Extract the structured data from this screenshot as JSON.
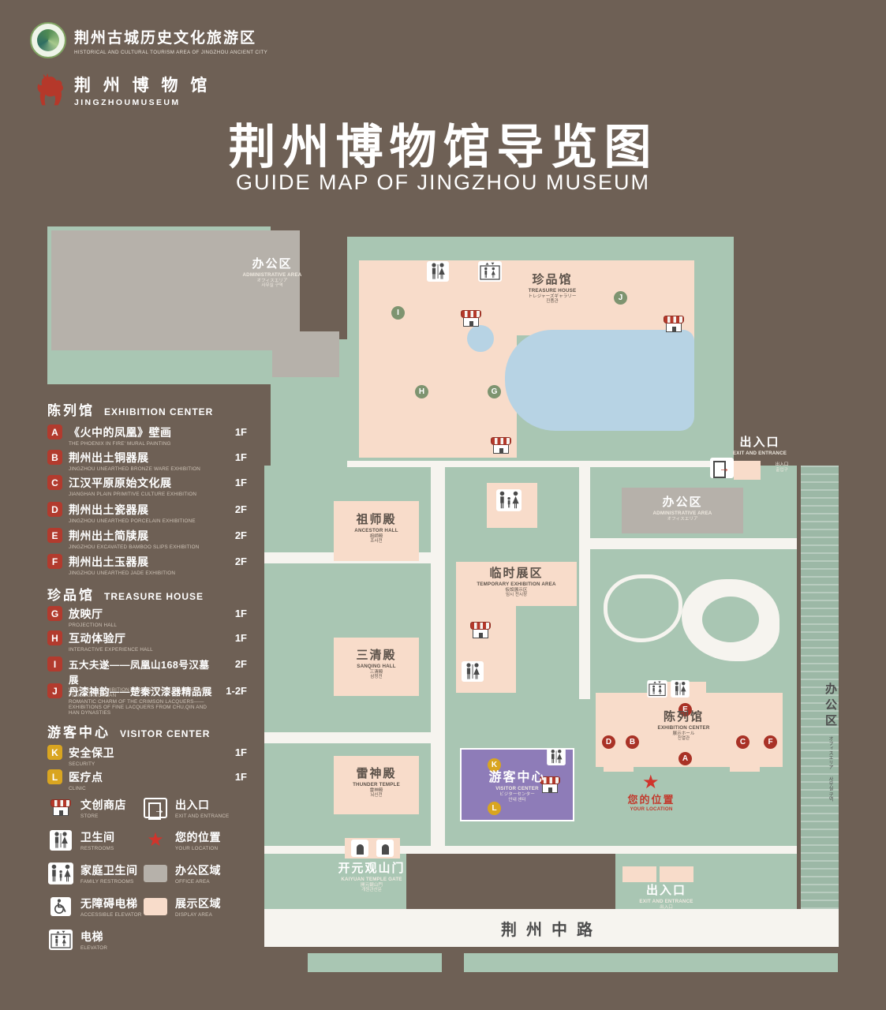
{
  "header": {
    "logo1_cn": "荆州古城历史文化旅游区",
    "logo1_en": "HISTORICAL AND CULTURAL TOURISM AREA OF JINGZHOU ANCIENT CITY",
    "logo2_cn": "荆 州 博 物 馆",
    "logo2_en": "JINGZHOUMUSEUM",
    "title": "荆州博物馆导览图",
    "subtitle": "GUIDE MAP OF JINGZHOU MUSEUM"
  },
  "legend": {
    "sections": [
      {
        "title_cn": "陈列馆",
        "title_en": "EXHIBITION CENTER",
        "items": [
          {
            "letter": "A",
            "cn": "《火中的凤凰》壁画",
            "en": "THE PHOENIX IN FIRE' MURAL PAINTING",
            "floor": "1F"
          },
          {
            "letter": "B",
            "cn": "荆州出土铜器展",
            "en": "JINGZHOU UNEARTHED BRONZE WARE EXHIBITION",
            "floor": "1F"
          },
          {
            "letter": "C",
            "cn": "江汉平原原始文化展",
            "en": "JIANGHAN PLAIN PRIMITIVE CULTURE EXHIBITION",
            "floor": "1F"
          },
          {
            "letter": "D",
            "cn": "荆州出土瓷器展",
            "en": "JINGZHOU UNEARTHED PORCELAIN EXHIBITIONE",
            "floor": "2F"
          },
          {
            "letter": "E",
            "cn": "荆州出土简牍展",
            "en": "JINGZHOU EXCAVATED BAMBOO SLIPS EXHIBITION",
            "floor": "2F"
          },
          {
            "letter": "F",
            "cn": "荆州出土玉器展",
            "en": "JINGZHOU UNEARTHED JADE EXHIBITION",
            "floor": "2F"
          }
        ]
      },
      {
        "title_cn": "珍品馆",
        "title_en": "TREASURE HOUSE",
        "items": [
          {
            "letter": "G",
            "cn": "放映厅",
            "en": "PROJECTION HALL",
            "floor": "1F"
          },
          {
            "letter": "H",
            "cn": "互动体验厅",
            "en": "INTERACTIVE EXPERIENCE HALL",
            "floor": "1F"
          },
          {
            "letter": "I",
            "cn": "五大夫遂——凤凰山168号汉墓展",
            "en": "WUDAFU — EXHIBITION OF NO.168 HAN TOMB FROM FENGHUANGSHAN",
            "floor": "2F"
          },
          {
            "letter": "J",
            "cn": "丹漆神韵——楚秦汉漆器精品展",
            "en": "ROMANTIC CHARM OF THE CRIMSON LACQUERS——EXHIBITIONS OF FINE LACQUERS FROM CHU,QIN AND HAN DYNASTIES",
            "floor": "1-2F"
          }
        ]
      },
      {
        "title_cn": "游客中心",
        "title_en": "VISITOR CENTER",
        "items": [
          {
            "letter": "K",
            "cn": "安全保卫",
            "en": "SECURITY",
            "floor": "1F"
          },
          {
            "letter": "L",
            "cn": "医疗点",
            "en": "CLINIC",
            "floor": "1F"
          }
        ]
      }
    ],
    "icon_items": [
      {
        "icon": "store-icon",
        "cn": "文创商店",
        "en": "STORE"
      },
      {
        "icon": "exit-icon",
        "cn": "出入口",
        "en": "EXIT AND ENTRANCE"
      },
      {
        "icon": "restroom-icon",
        "cn": "卫生间",
        "en": "RESTROOMS"
      },
      {
        "icon": "location-icon",
        "cn": "您的位置",
        "en": "YOUR LOCATION"
      },
      {
        "icon": "family-restroom-icon",
        "cn": "家庭卫生间",
        "en": "FAMILY RESTROOMS"
      },
      {
        "icon": "office-swatch",
        "cn": "办公区域",
        "en": "OFFICE AREA"
      },
      {
        "icon": "accessible-elevator-icon",
        "cn": "无障碍电梯",
        "en": "ACCESSIBLE ELEVATOR"
      },
      {
        "icon": "display-swatch",
        "cn": "展示区域",
        "en": "DISPLAY AREA"
      },
      {
        "icon": "elevator-icon",
        "cn": "电梯",
        "en": "ELEVATOR"
      }
    ]
  },
  "map": {
    "admin_tl": {
      "cn": "办公区",
      "en": "ADMINISTRATIVE AREA",
      "jp": "オフィスエリア",
      "kr": "사무실 구역"
    },
    "treasure": {
      "cn": "珍品馆",
      "en": "TREASURE HOUSE",
      "jp": "トレジャーズギャラリー",
      "kr": "진품관"
    },
    "exit_right": {
      "cn": "出入口",
      "en": "EXIT AND ENTRANCE",
      "jp": "出入口",
      "kr": "출입구"
    },
    "admin_mid": {
      "cn": "办公区",
      "en": "ADMINISTRATIVE AREA",
      "jp": "オフィスエリア",
      "kr": "사무실 구역"
    },
    "ancestor": {
      "cn": "祖师殿",
      "en": "ANCESTOR HALL",
      "jp": "祖師殿",
      "kr": "조사전"
    },
    "temp": {
      "cn": "临时展区",
      "en": "TEMPORARY EXHIBITION AREA",
      "jp": "仮設展示区",
      "kr": "임시 전시장"
    },
    "sanqing": {
      "cn": "三清殿",
      "en": "SANQING HALL",
      "jp": "三清殿",
      "kr": "삼청전"
    },
    "thunder": {
      "cn": "雷神殿",
      "en": "THUNDER TEMPLE",
      "jp": "雷神殿",
      "kr": "뇌신전"
    },
    "visitor": {
      "cn": "游客中心",
      "en": "VISITOR CENTER",
      "jp": "ビジターセンター",
      "kr": "안내 센터"
    },
    "exhibition": {
      "cn": "陈列馆",
      "en": "EXHIBITION CENTER",
      "jp": "展示ホール",
      "kr": "진열관"
    },
    "location": {
      "cn": "您的位置",
      "en": "YOUR LOCATION",
      "star": "★"
    },
    "gate": {
      "cn": "开元观山门",
      "en": "KAIYUAN TEMPLE GATE",
      "jp": "開元観山門",
      "kr": "개원관산문"
    },
    "exit_bottom": {
      "cn": "出入口",
      "en": "EXIT AND ENTRANCE",
      "jp": "出入口",
      "kr": "출입구"
    },
    "admin_right": {
      "cn": "办公区",
      "jp": "オフィスエリア",
      "kr": "사무실 구역"
    },
    "road": "荆州中路",
    "markers": {
      "a": "A",
      "b": "B",
      "c": "C",
      "d": "D",
      "e": "E",
      "f": "F",
      "g": "G",
      "h": "H",
      "i": "I",
      "j": "J",
      "k": "K",
      "l": "L"
    }
  }
}
